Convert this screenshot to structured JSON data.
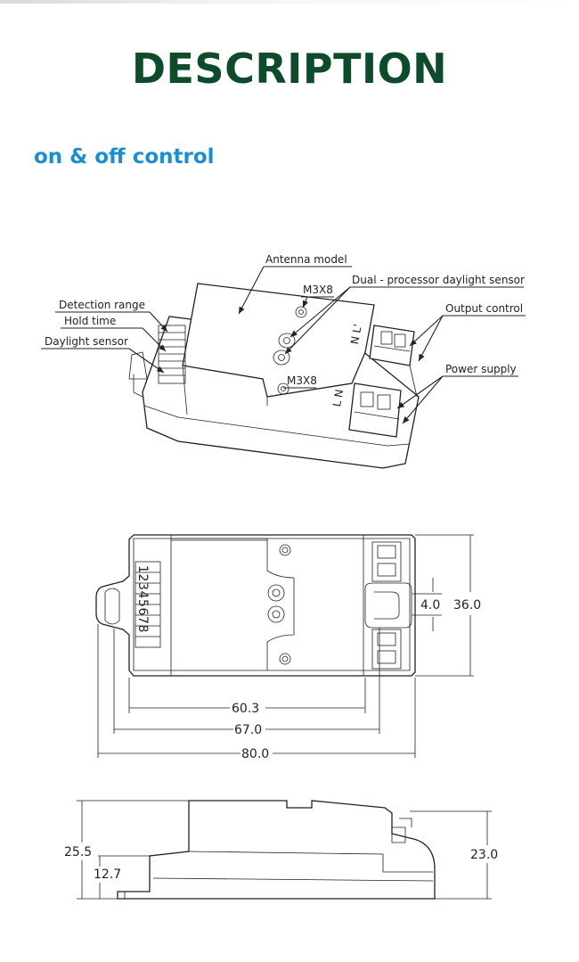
{
  "header": {
    "title": "DESCRIPTION",
    "subtitle": "on & off control"
  },
  "iso_view": {
    "labels": {
      "antenna_model": "Antenna model",
      "dual_processor": "Dual - processor daylight sensor",
      "detection_range": "Detection range",
      "hold_time": "Hold time",
      "daylight_sensor": "Daylight sensor",
      "output_control": "Output control",
      "power_supply": "Power supply",
      "screw_top": "M3X8",
      "screw_bottom": "M3X8",
      "terminal_nl": "N L'",
      "terminal_ln": "L N"
    }
  },
  "top_view": {
    "dip_numbers": "12345678",
    "dims": {
      "width_outer": "80.0",
      "width_mid": "67.0",
      "width_inner": "60.3",
      "height": "36.0",
      "gap": "4.0"
    }
  },
  "side_view": {
    "dims": {
      "height_total": "25.5",
      "height_base": "12.7",
      "height_right": "23.0"
    }
  }
}
